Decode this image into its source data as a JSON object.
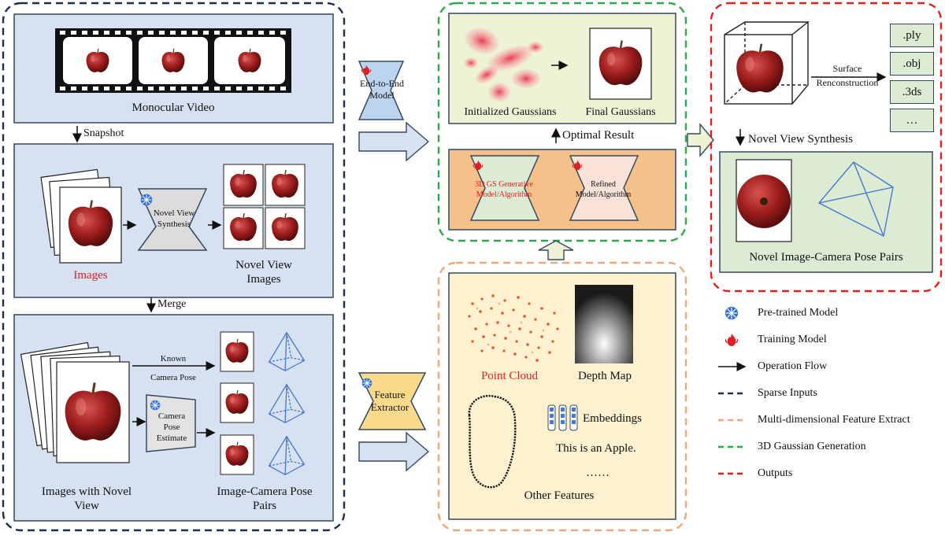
{
  "sparse": {
    "monocular_video": "Monocular Video",
    "snapshot": "Snapshot",
    "images": "Images",
    "novel_view_synthesis": [
      "Novel View",
      "Synthesis"
    ],
    "novel_view_images": [
      "Novel View",
      "Images"
    ],
    "merge": "Merge",
    "known_camera_pose": [
      "Known",
      "Camera Pose"
    ],
    "camera_pose_estimate": [
      "Camera",
      "Pose",
      "Estimate"
    ],
    "images_with_novel_view": [
      "Images with Novel",
      "View"
    ],
    "image_camera_pose_pairs": [
      "Image-Camera Pose",
      "Pairs"
    ]
  },
  "middle": {
    "end_to_end_model": [
      "End-to-End",
      "Model"
    ],
    "feature_extractor": [
      "Feature",
      "Extractor"
    ]
  },
  "generation": {
    "initialized_gaussians": "Initialized Gaussians",
    "final_gaussians": "Final Gaussians",
    "optimal_result": "Optimal Result",
    "gs_generative": [
      "3D GS Generative",
      "Model/Algorithm"
    ],
    "refined": [
      "Refined",
      "Model/Algorithm"
    ]
  },
  "features": {
    "point_cloud": "Point Cloud",
    "depth_map": "Depth Map",
    "embeddings": "Embeddings",
    "apple_text": "This is an Apple.",
    "ellipsis": "……",
    "other_features": "Other Features"
  },
  "outputs": {
    "surface_reconstruction": [
      "Surface",
      "Renconstruction"
    ],
    "formats": [
      ".ply",
      ".obj",
      ".3ds",
      "…"
    ],
    "novel_view_synthesis": "Novel View Synthesis",
    "novel_pairs": "Novel Image-Camera Pose Pairs"
  },
  "legend": [
    {
      "label": "Pre-trained Model",
      "symbol": "snowflake-icon"
    },
    {
      "label": "Training Model",
      "symbol": "flame-icon"
    },
    {
      "label": "Operation Flow",
      "symbol": "arrow"
    },
    {
      "label": "Sparse Inputs",
      "symbol": "dash",
      "color": "#1f2d4d"
    },
    {
      "label": "Multi-dimensional Feature Extract",
      "symbol": "dash",
      "color": "#f0a878"
    },
    {
      "label": "3D Gaussian Generation",
      "symbol": "dash",
      "color": "#2aa84a"
    },
    {
      "label": "Outputs",
      "symbol": "dash",
      "color": "#e02020"
    }
  ],
  "colors": {
    "panel_blue": "#d6e2f2",
    "panel_green_light": "#eef3d6",
    "panel_orange": "#f5c089",
    "panel_cream": "#fdf1cf",
    "panel_green": "#dcebd3",
    "highlight_red": "#e02020"
  }
}
